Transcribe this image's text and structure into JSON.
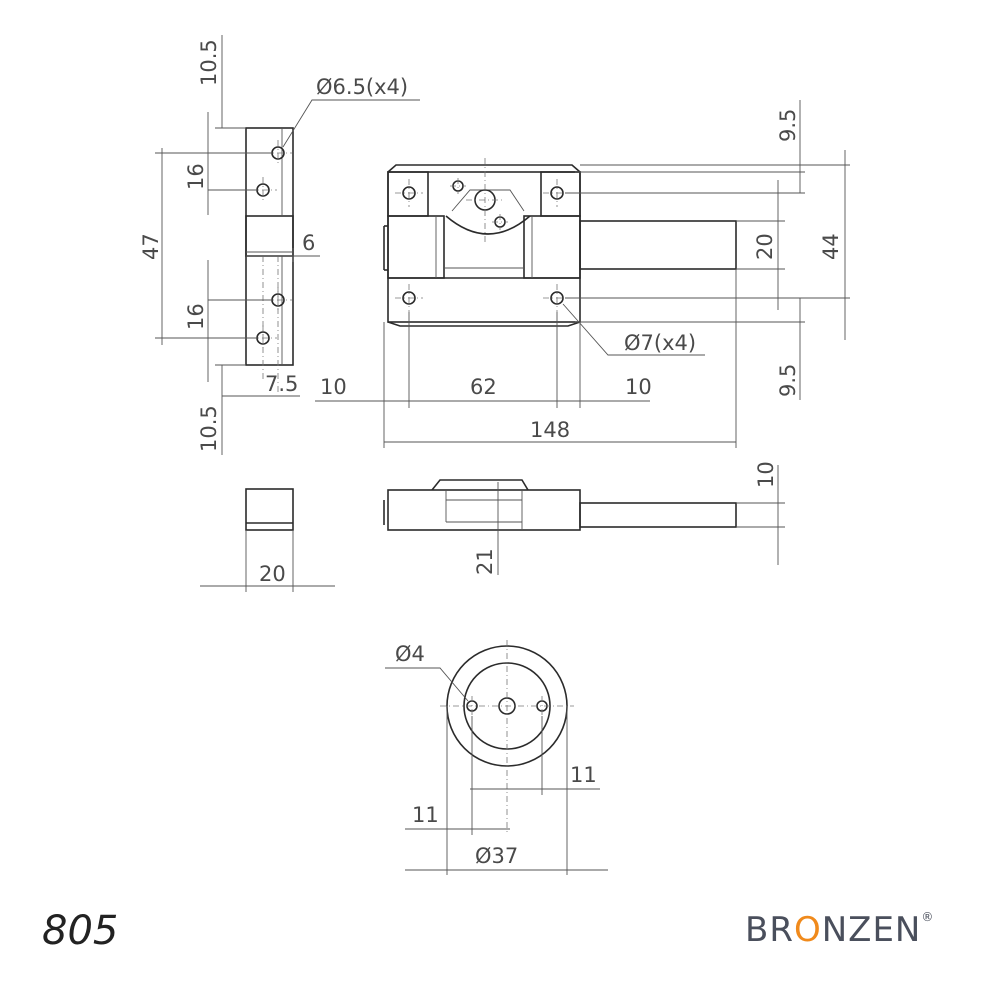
{
  "model_number": "805",
  "brand": {
    "part1": "BR",
    "part2": "O",
    "part3": "NZEN",
    "mark": "®",
    "accent": "#f08a1c",
    "color": "#4a4f5c"
  },
  "dimensions": {
    "top_offset_keeper": "10.5",
    "bottom_offset_keeper": "10.5",
    "keeper_hole_spacing_top": "16",
    "keeper_hole_spacing_bottom": "16",
    "keeper_height": "47",
    "keeper_gap": "6",
    "keeper_hole_offset": "7.5",
    "keeper_holes": "Ø6.5(x4)",
    "keeper_depth": "20",
    "body_margin_left": "10",
    "body_hole_spacing": "62",
    "body_margin_right": "10",
    "overall_length": "148",
    "top_margin_body": "9.5",
    "bottom_margin_body": "9.5",
    "bolt_width": "20",
    "body_height": "44",
    "body_holes": "Ø7(x4)",
    "bolt_thickness": "10",
    "body_depth": "21",
    "rosette_holes": "Ø4",
    "rosette_hole_right": "11",
    "rosette_hole_left": "11",
    "rosette_diameter": "Ø37"
  }
}
